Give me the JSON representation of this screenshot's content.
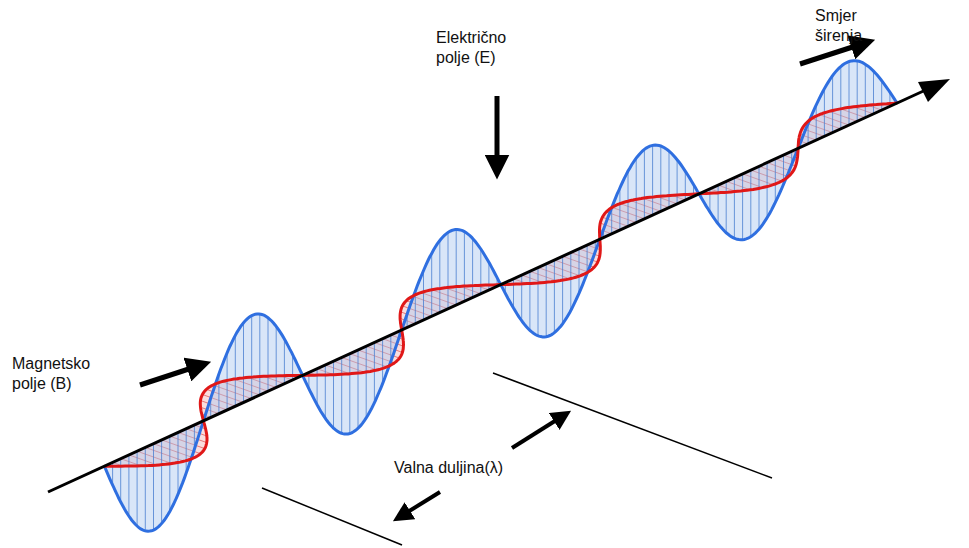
{
  "diagram": {
    "labels": [
      "Smjer širenja",
      "Električno polje (E)",
      "Magnetsko polje (B)",
      "Valna duljina(λ)"
    ]
  }
}
